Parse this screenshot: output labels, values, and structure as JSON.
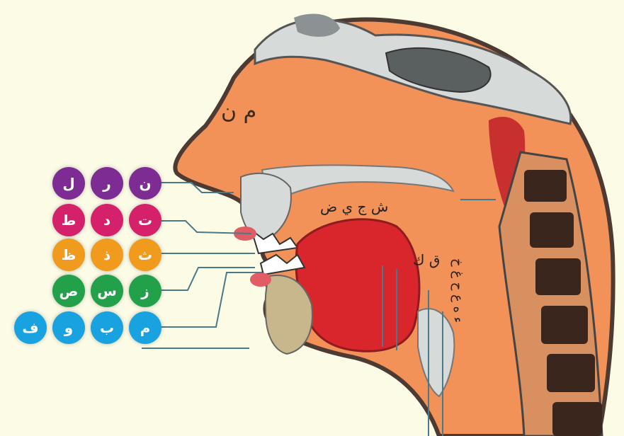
{
  "colors": {
    "background": "#fbfbe6",
    "purple": "#7d2c94",
    "magenta": "#d4216a",
    "orange": "#f09a1e",
    "green": "#22a04a",
    "blue": "#19a2e0",
    "flesh": "#f29158",
    "tongue": "#d8262c",
    "bone": "#d6dbd9",
    "vertebra": "#3a261c"
  },
  "groups": [
    {
      "name": "row-1-purple",
      "color": "#7d2c94",
      "letters": [
        "ن",
        "ر",
        "ل"
      ]
    },
    {
      "name": "row-2-magenta",
      "color": "#d4216a",
      "letters": [
        "ت",
        "د",
        "ط"
      ]
    },
    {
      "name": "row-3-orange",
      "color": "#f09a1e",
      "letters": [
        "ث",
        "ذ",
        "ظ"
      ]
    },
    {
      "name": "row-4-green",
      "color": "#22a04a",
      "letters": [
        "ز",
        "س",
        "ص"
      ]
    },
    {
      "name": "row-5-blue",
      "color": "#19a2e0",
      "letters": [
        "م",
        "ب",
        "و",
        "ف"
      ]
    }
  ],
  "labels": {
    "nasal": "م ن",
    "palate": "ش ج ي ض",
    "velar": "ق ك",
    "throat": "ء ه ع ح غ خ"
  }
}
